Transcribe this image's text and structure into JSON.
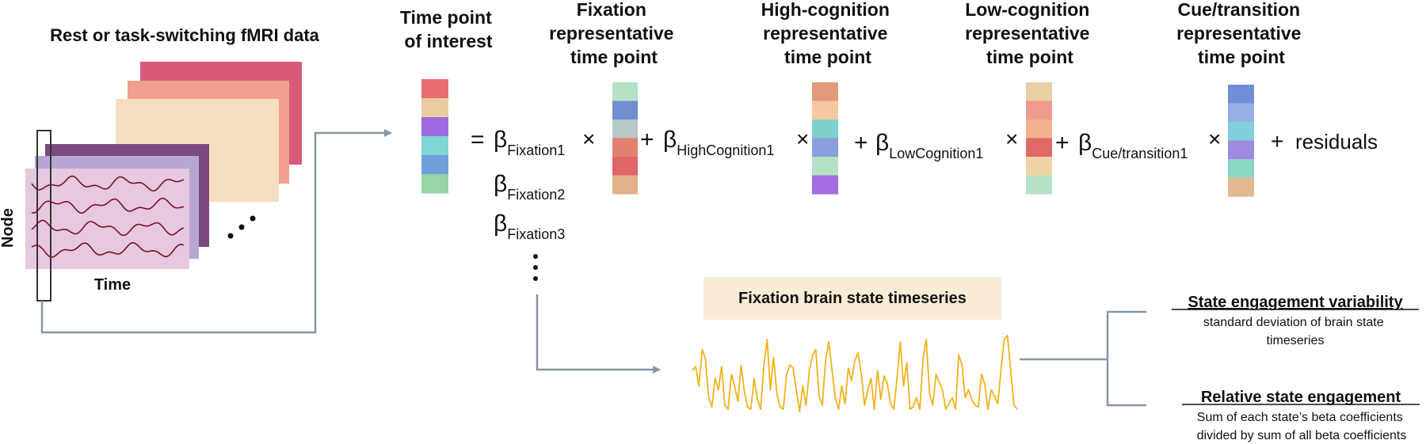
{
  "input": {
    "title": "Rest or task-switching fMRI data",
    "node_label": "Node",
    "time_label": "Time",
    "ellipsis": "..."
  },
  "colors": {
    "arrow": "#8894a8",
    "timeseries": "#f2b21c",
    "highlight_box": "#f9ecd6",
    "back_frames": [
      "#d95a78",
      "#f0a08c",
      "#f6dfc0"
    ],
    "front_frames": [
      "#7a4a80",
      "#b7a6d4",
      "#e6c8e0"
    ],
    "signal": "#7a1024"
  },
  "columns": [
    {
      "header_lines": [
        "Time point",
        "of interest"
      ],
      "cells": [
        "#e66e6e",
        "#e8cda0",
        "#9e6ae0",
        "#7fd6d2",
        "#6fa0dc",
        "#98d4a4"
      ]
    },
    {
      "header_lines": [
        "Fixation",
        "representative",
        "time point"
      ],
      "cells": [
        "#b4e2c6",
        "#6f8ed0",
        "#b7c8c8",
        "#e38070",
        "#e06566",
        "#e2b18a"
      ]
    },
    {
      "header_lines": [
        "High-cognition",
        "representative",
        "time point"
      ],
      "cells": [
        "#e29a7a",
        "#f6c8a0",
        "#7fd0cc",
        "#8b9ee0",
        "#b4e2c6",
        "#a56be0"
      ]
    },
    {
      "header_lines": [
        "Low-cognition",
        "representative",
        "time point"
      ],
      "cells": [
        "#e8d0a4",
        "#ee9a8c",
        "#f2b08c",
        "#e06a6a",
        "#eed4a4",
        "#b4e2c6"
      ]
    },
    {
      "header_lines": [
        "Cue/transition",
        "representative",
        "time point"
      ],
      "cells": [
        "#6f8ed8",
        "#96b0e6",
        "#7fd0dc",
        "#a08ae0",
        "#88d8c4",
        "#e2b88e"
      ]
    }
  ],
  "equation": {
    "equals": "=",
    "beta": "β",
    "times": "×",
    "plus": "+",
    "subscripts": [
      "Fixation1",
      "HighCognition1",
      "LowCognition1",
      "Cue/transition1"
    ],
    "extra_subscripts": [
      "Fixation2",
      "Fixation3"
    ],
    "residuals": "residuals"
  },
  "timeseries_panel": {
    "title": "Fixation brain state timeseries",
    "values": [
      0.55,
      0.6,
      0.35,
      0.82,
      0.7,
      0.2,
      0.08,
      0.45,
      0.3,
      0.6,
      0.1,
      0.05,
      0.5,
      0.35,
      0.15,
      0.62,
      0.28,
      0.08,
      0.05,
      0.45,
      0.18,
      0.05,
      0.6,
      0.95,
      0.3,
      0.72,
      0.25,
      0.08,
      0.05,
      0.5,
      0.62,
      0.58,
      0.3,
      0.02,
      0.35,
      0.1,
      0.55,
      0.75,
      0.82,
      0.22,
      0.1,
      0.68,
      0.92,
      0.55,
      0.2,
      0.05,
      0.35,
      0.12,
      0.58,
      0.42,
      0.68,
      0.78,
      0.5,
      0.1,
      0.3,
      0.45,
      0.05,
      0.55,
      0.18,
      0.48,
      0.38,
      0.12,
      0.05,
      0.45,
      0.92,
      0.35,
      0.65,
      0.05,
      0.08,
      0.2,
      0.05,
      0.7,
      0.95,
      0.25,
      0.1,
      0.5,
      0.4,
      0.3,
      0.05,
      0.12,
      0.2,
      0.05,
      0.75,
      0.62,
      0.2,
      0.3,
      0.18,
      0.1,
      0.08,
      0.5,
      0.38,
      0.05,
      0.3,
      0.22,
      0.12,
      0.55,
      0.95,
      1.0,
      0.55,
      0.1,
      0.05
    ]
  },
  "outcomes": [
    {
      "title": "State engagement variability",
      "desc_lines": [
        "standard deviation of brain state",
        "timeseries"
      ]
    },
    {
      "title": "Relative state engagement",
      "desc_lines": [
        "Sum of each state’s beta coefficients",
        "divided by sum of all beta coefficients"
      ]
    }
  ]
}
